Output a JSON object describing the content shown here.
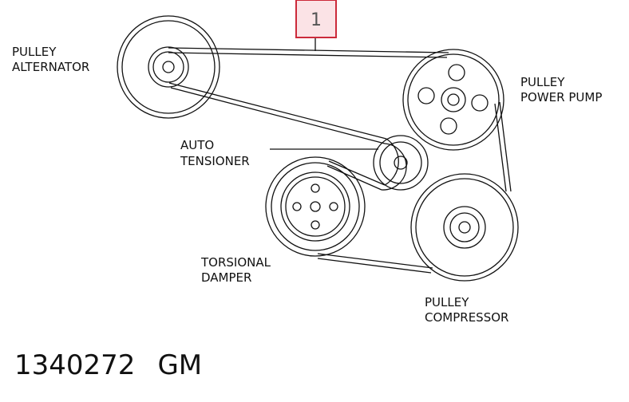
{
  "callout": {
    "number": "1",
    "color": "#cc2a3a",
    "fill": "#fbe3e6"
  },
  "labels": {
    "alternator": [
      "PULLEY",
      "ALTERNATOR"
    ],
    "power_pump": [
      "PULLEY",
      "POWER PUMP"
    ],
    "tensioner": [
      "AUTO",
      "TENSIONER"
    ],
    "damper": [
      "TORSIONAL",
      "DAMPER"
    ],
    "compressor": [
      "PULLEY",
      "COMPRESSOR"
    ]
  },
  "footer": {
    "code": "1340272",
    "brand": "GM"
  },
  "colors": {
    "line": "#111111",
    "background": "#ffffff"
  }
}
